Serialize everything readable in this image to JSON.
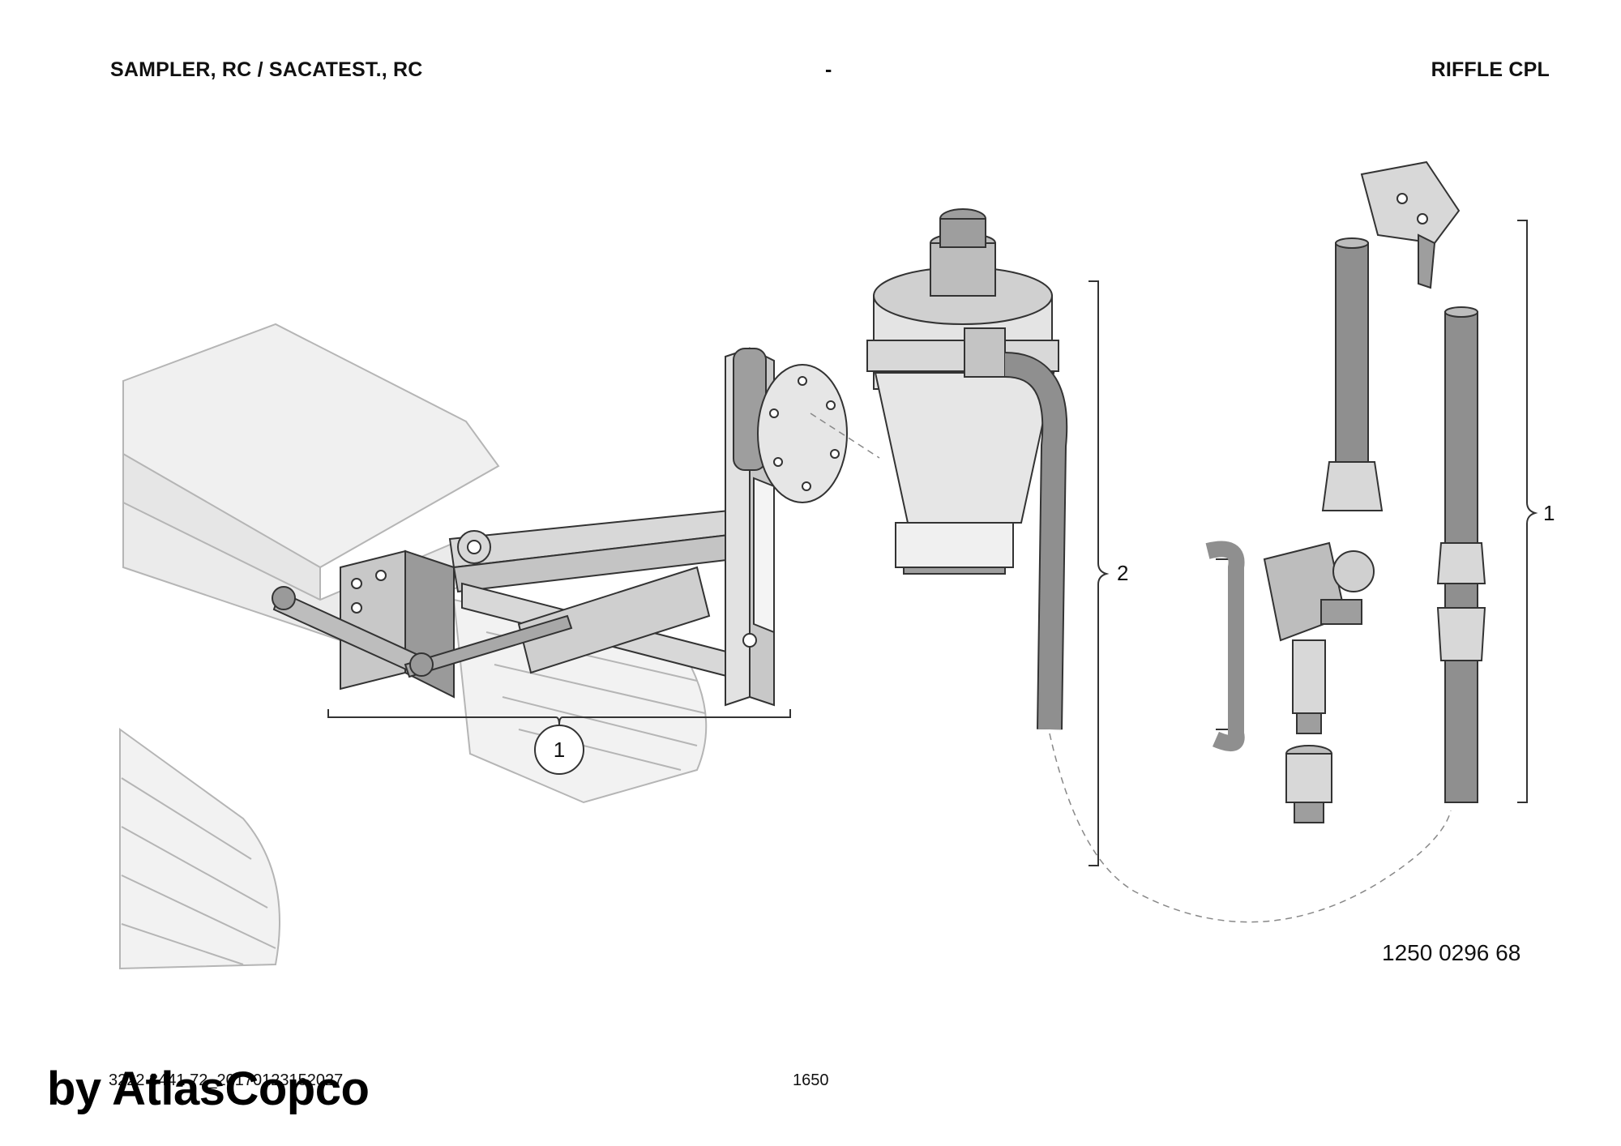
{
  "header": {
    "left": "SAMPLER, RC / SACATEST., RC",
    "center": "-",
    "right": "RIFFLE CPL"
  },
  "callouts": {
    "assembly_left": "1",
    "cyclone_group": "2",
    "riffle_group": "1"
  },
  "reference_number": "1250 0296 68",
  "footer": {
    "document_id": "3222 3441 72_20170123152027",
    "page_number": "1650"
  },
  "watermark": "by AtlasCopco",
  "colors": {
    "part_fill": "#d8d8d8",
    "part_dark": "#8f8f8f",
    "part_stroke": "#333333",
    "ghost_fill": "#f0f0f0",
    "ghost_stroke": "#b5b5b5"
  }
}
